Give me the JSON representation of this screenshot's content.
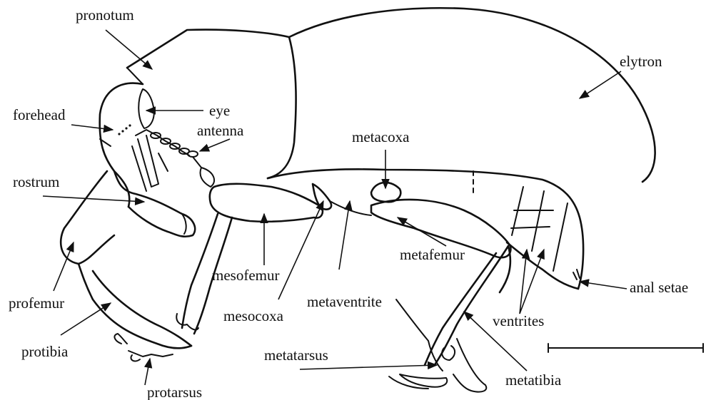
{
  "labels": {
    "pronotum": "pronotum",
    "elytron": "elytron",
    "forehead": "forehead",
    "eye": "eye",
    "antenna": "antenna",
    "metacoxa": "metacoxa",
    "rostrum": "rostrum",
    "metafemur": "metafemur",
    "mesofemur": "mesofemur",
    "profemur": "profemur",
    "metaventrite": "metaventrite",
    "anal_setae": "anal setae",
    "mesocoxa": "mesocoxa",
    "ventrites": "ventrites",
    "protibia": "protibia",
    "metatarsus": "metatarsus",
    "metatibia": "metatibia",
    "protarsus": "protarsus"
  },
  "colors": {
    "ink": "#111111",
    "background": "#ffffff"
  }
}
